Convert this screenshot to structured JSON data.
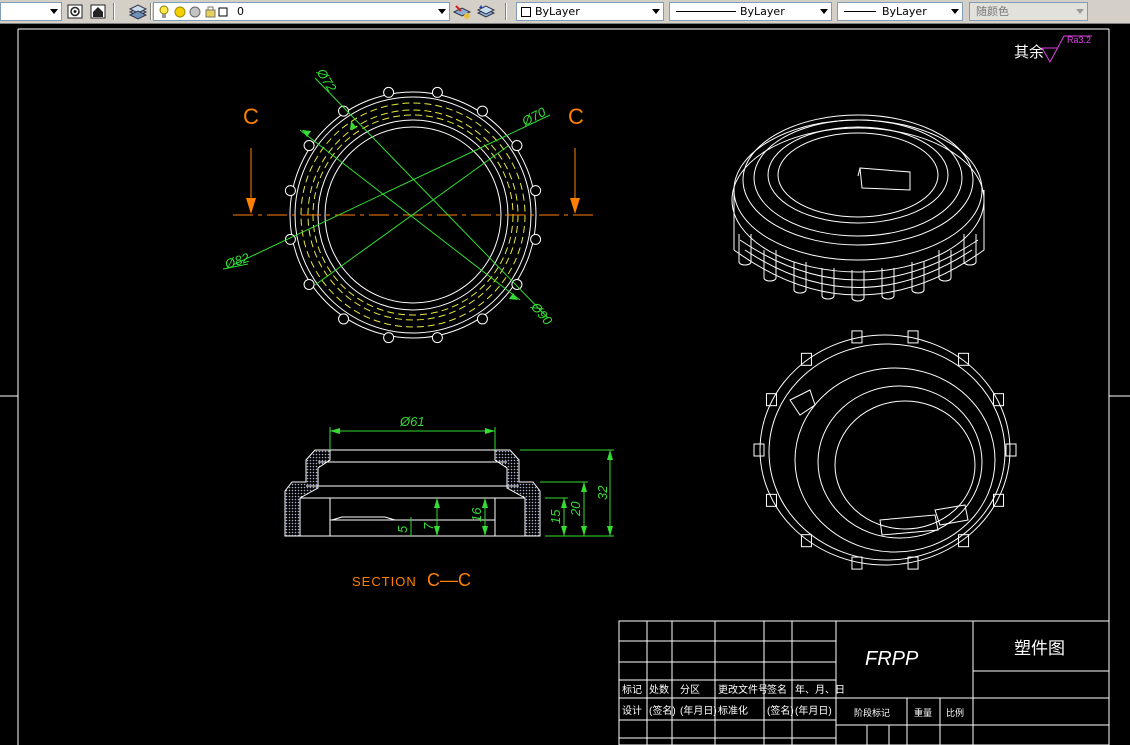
{
  "toolbar": {
    "layer_name": "0",
    "color_combo": "ByLayer",
    "linetype_combo": "ByLayer",
    "lineweight_combo": "ByLayer",
    "plotstyle_combo": "随颜色"
  },
  "drawing": {
    "roughness_prefix": "其余",
    "roughness_value": "Ra3.2",
    "section_letter_left": "C",
    "section_letter_right": "C",
    "dim_d72": "Ø72",
    "dim_d70": "Ø70",
    "dim_d82": "Ø82",
    "dim_d90": "Ø90",
    "dim_d61": "Ø61",
    "dim_32": "32",
    "dim_20": "20",
    "dim_15": "15",
    "dim_16": "16",
    "dim_7": "7",
    "dim_5": "5",
    "section_label": "SECTION",
    "section_name": "C—C"
  },
  "title_block": {
    "material": "FRPP",
    "part_title": "塑件图",
    "row1": [
      "标记",
      "处数",
      "分区",
      "更改文件号",
      "签名",
      "年、月、日"
    ],
    "row2": [
      "设计",
      "(签名)",
      "(年月日)",
      "标准化",
      "(签名)",
      "(年月日)"
    ],
    "stage_label": "阶段标记",
    "weight_label": "重量",
    "scale_label": "比例"
  }
}
